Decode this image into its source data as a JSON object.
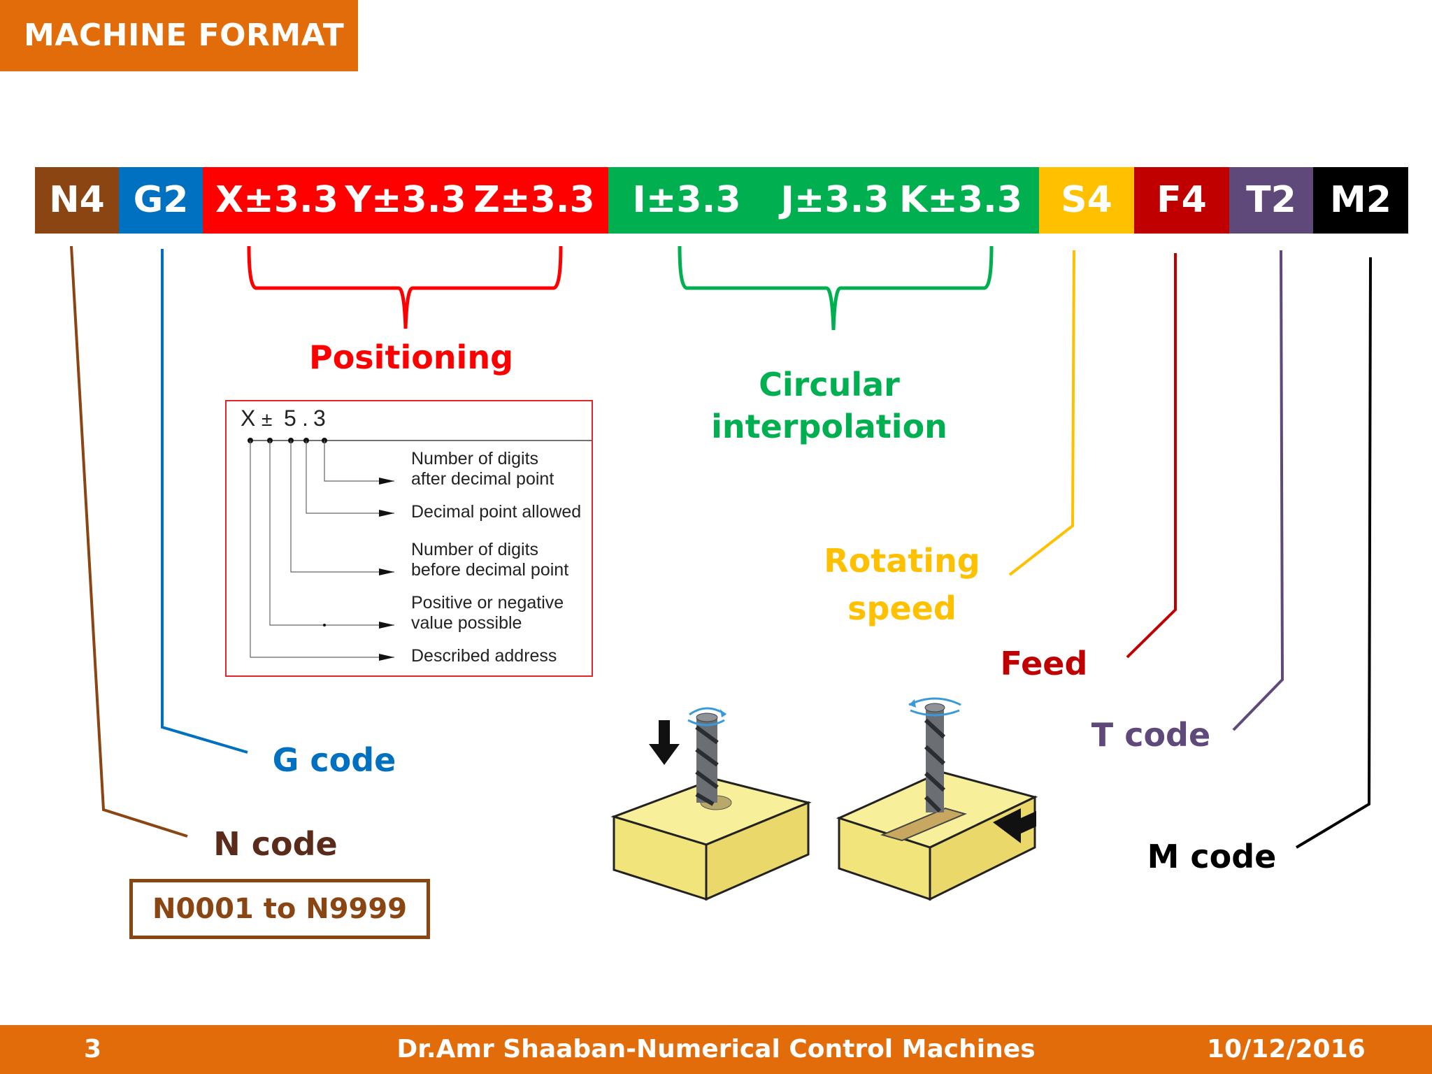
{
  "header": {
    "title": "MACHINE FORMAT"
  },
  "word_format": {
    "n": "N4",
    "g": "G2",
    "x": "X±3.3",
    "y": "Y±3.3",
    "z": "Z±3.3",
    "i": "I±3.3",
    "j": "J±3.3",
    "k": "K±3.3",
    "s": "S4",
    "f": "F4",
    "t": "T2",
    "m": "M2"
  },
  "labels": {
    "positioning": "Positioning",
    "circular_line1": "Circular",
    "circular_line2": "interpolation",
    "rotating_line1": "Rotating",
    "rotating_line2": "speed",
    "feed": "Feed",
    "t_code": "T code",
    "g_code": "G code",
    "n_code": "N code",
    "m_code": "M code",
    "n_range": "N0001  to N9999"
  },
  "address_diagram": {
    "x_char": "X",
    "pm_char": "±",
    "five_char": "5",
    "dot_char": ".",
    "three_char": "3",
    "d1_line1": "Number of digits",
    "d1_line2": "after decimal point",
    "d2": "Decimal point allowed",
    "d3_line1": "Number of digits",
    "d3_line2": "before decimal point",
    "d4_line1": "Positive or negative",
    "d4_line2": "value possible",
    "d5": "Described address"
  },
  "colors": {
    "orange": "#E36C0A",
    "brown": "#8B4513",
    "blue": "#0070C0",
    "red": "#FF0000",
    "green": "#00B050",
    "yellow": "#FFC000",
    "darkred": "#C00000",
    "purple": "#5F497A",
    "black": "#000000"
  },
  "footer": {
    "page": "3",
    "author": "Dr.Amr Shaaban-Numerical Control Machines",
    "date": "10/12/2016"
  }
}
